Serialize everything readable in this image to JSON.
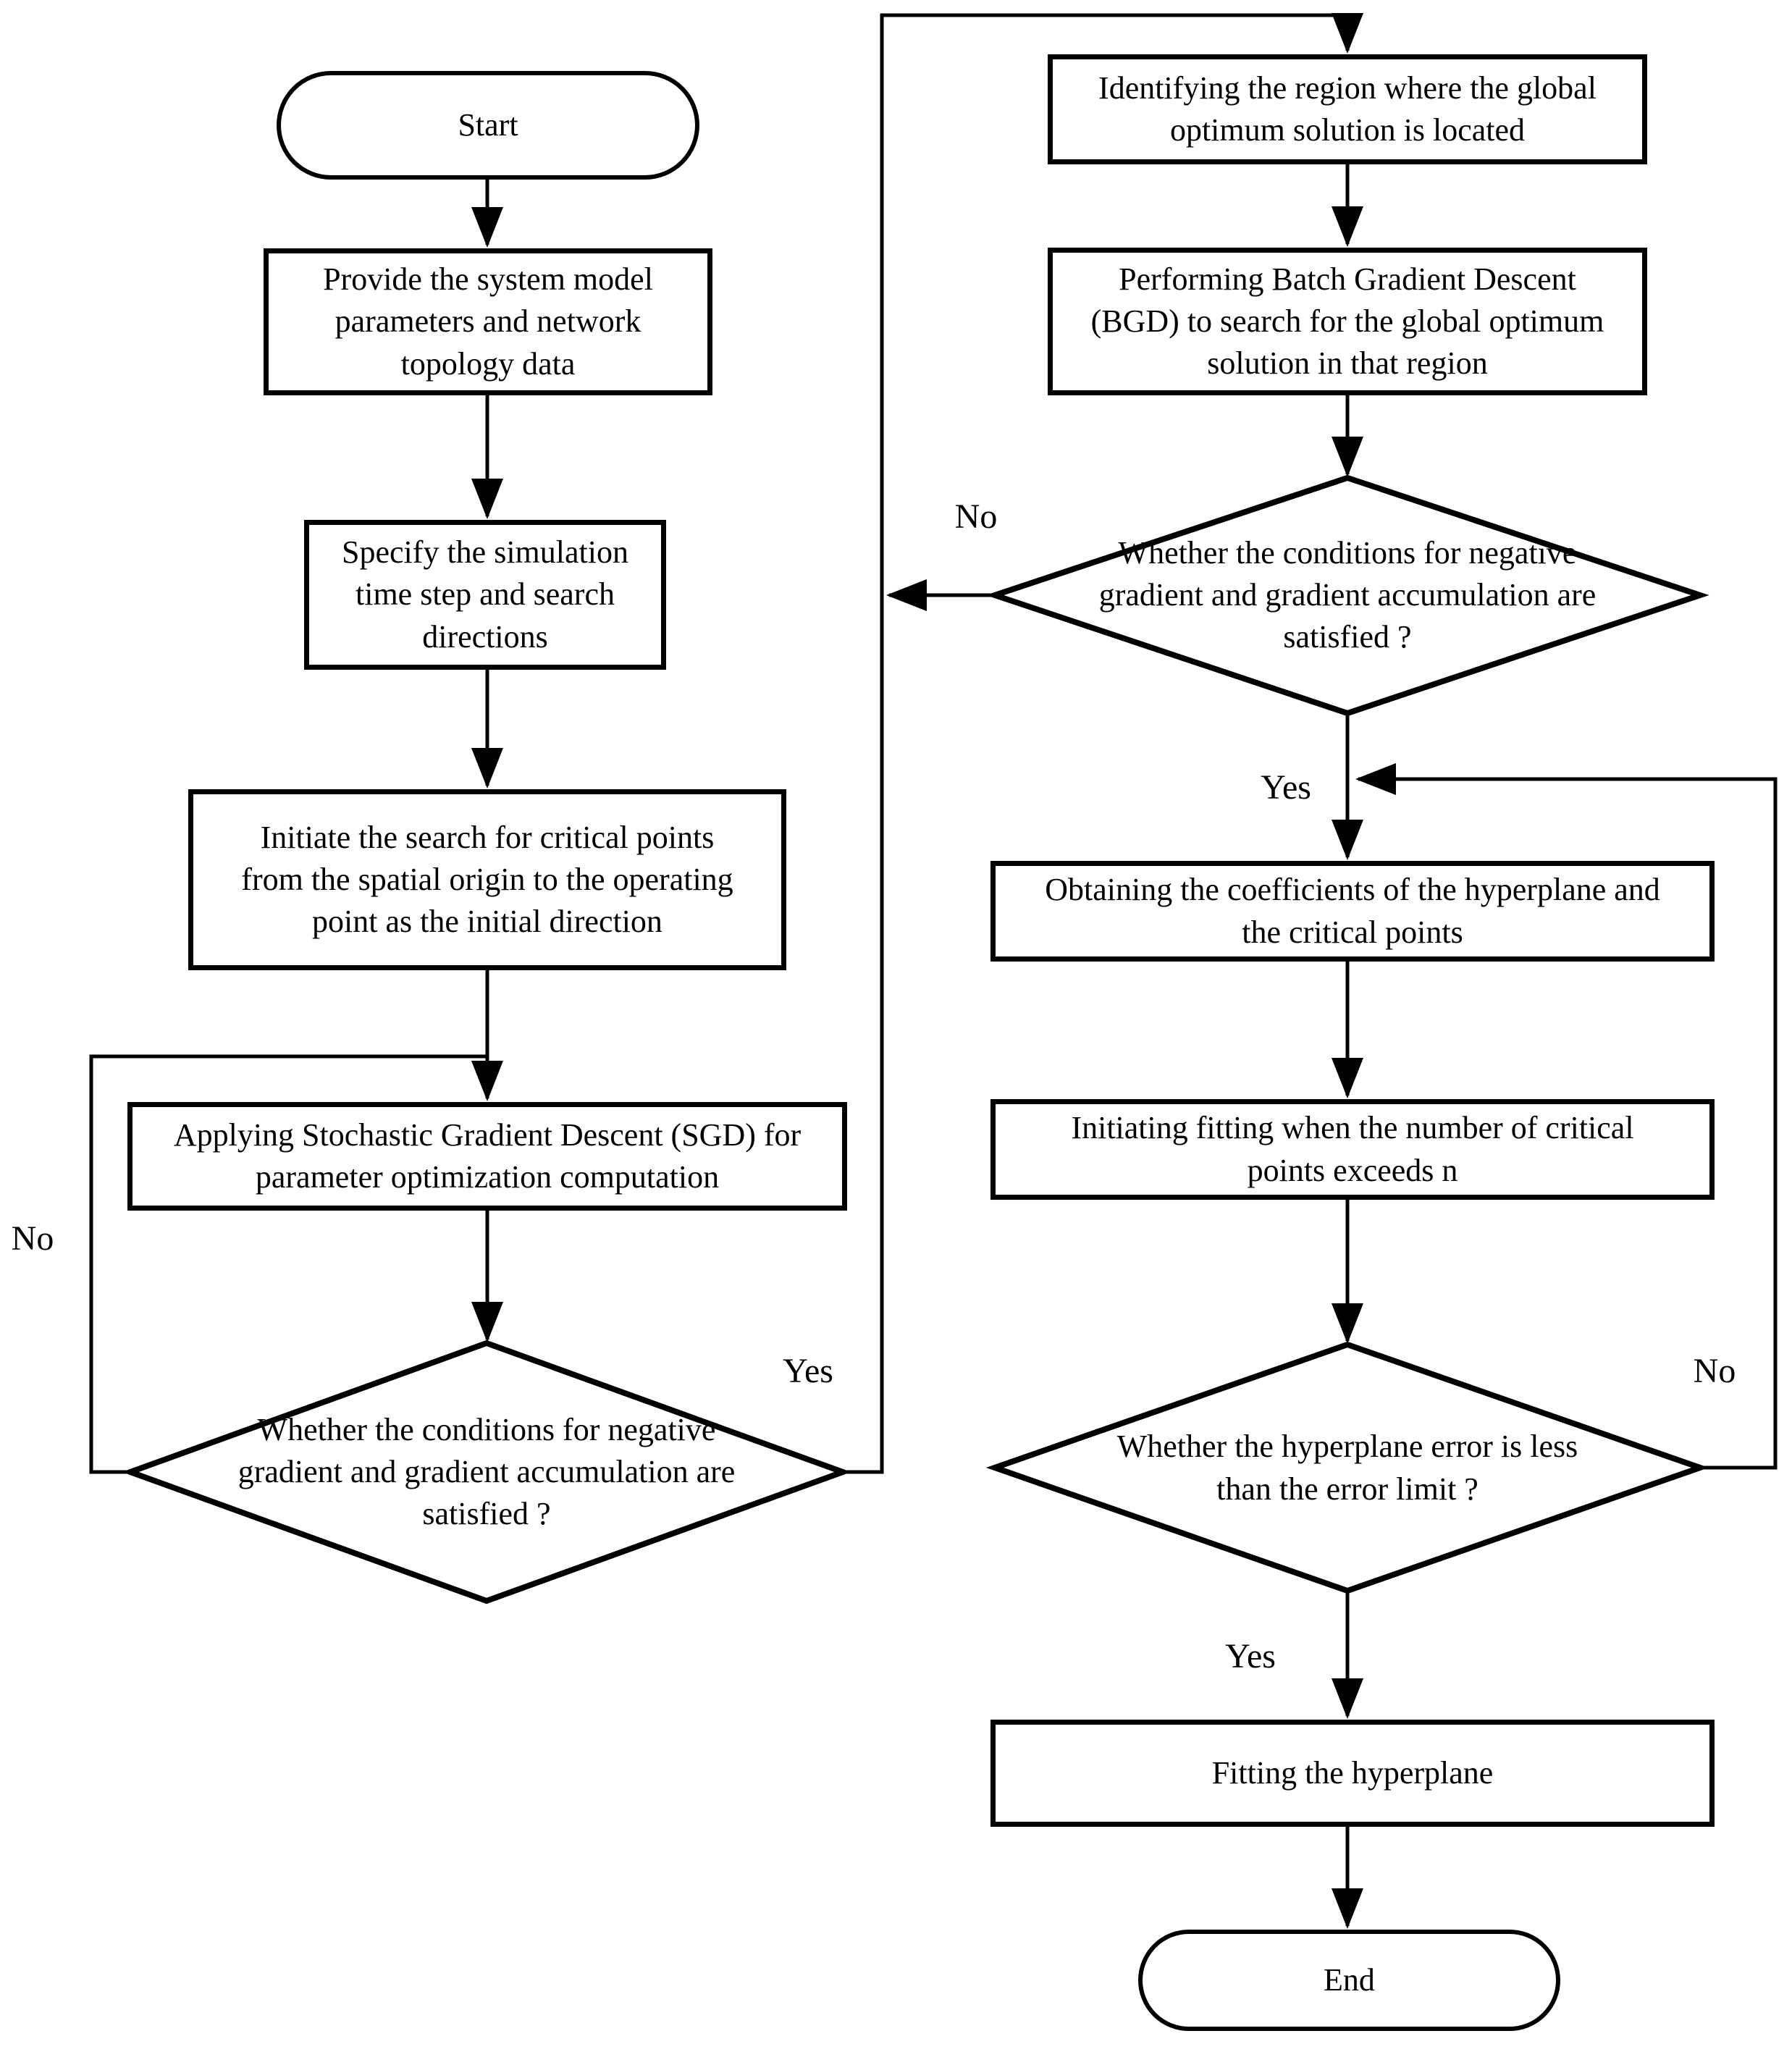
{
  "diagram": {
    "background": "#ffffff",
    "line_color": "#000000",
    "text_color": "#000000"
  },
  "nodes": {
    "start": {
      "shape": "terminator",
      "label": "Start"
    },
    "provide_data": {
      "shape": "process",
      "lines": [
        "Provide the system model",
        "parameters and network",
        "topology data"
      ]
    },
    "specify_step": {
      "shape": "process",
      "lines": [
        "Specify the simulation",
        "time step and search",
        "directions"
      ]
    },
    "initiate_search": {
      "shape": "process",
      "lines": [
        "Initiate the search for critical points",
        "from the spatial origin to the operating",
        "point as the initial direction"
      ]
    },
    "apply_sgd": {
      "shape": "process",
      "lines": [
        "Applying Stochastic Gradient Descent (SGD) for",
        "parameter optimization computation"
      ]
    },
    "sgd_decision": {
      "shape": "decision",
      "lines": [
        "Whether the conditions for negative",
        "gradient and gradient accumulation are",
        "satisfied ?"
      ]
    },
    "identify_region": {
      "shape": "process",
      "lines": [
        "Identifying the region where the global",
        "optimum solution is located"
      ]
    },
    "perform_bgd": {
      "shape": "process",
      "lines": [
        "Performing Batch Gradient Descent",
        "(BGD) to search for the global optimum",
        "solution in that region"
      ]
    },
    "bgd_decision": {
      "shape": "decision",
      "lines": [
        "Whether the conditions for negative",
        "gradient and gradient accumulation are",
        "satisfied ?"
      ]
    },
    "obtain_coefficients": {
      "shape": "process",
      "lines": [
        "Obtaining the coefficients of the hyperplane and",
        "the critical points"
      ]
    },
    "initiate_fitting": {
      "shape": "process",
      "lines": [
        "Initiating fitting when the number of critical",
        "points exceeds n"
      ]
    },
    "error_decision": {
      "shape": "decision",
      "lines": [
        "Whether the hyperplane error is less",
        "than the error limit ?"
      ]
    },
    "fit_hyperplane": {
      "shape": "process",
      "label": "Fitting the hyperplane"
    },
    "end": {
      "shape": "terminator",
      "label": "End"
    }
  },
  "edge_labels": {
    "sgd_no": "No",
    "sgd_yes": "Yes",
    "bgd_no": "No",
    "bgd_yes": "Yes",
    "error_no": "No",
    "error_yes": "Yes"
  }
}
